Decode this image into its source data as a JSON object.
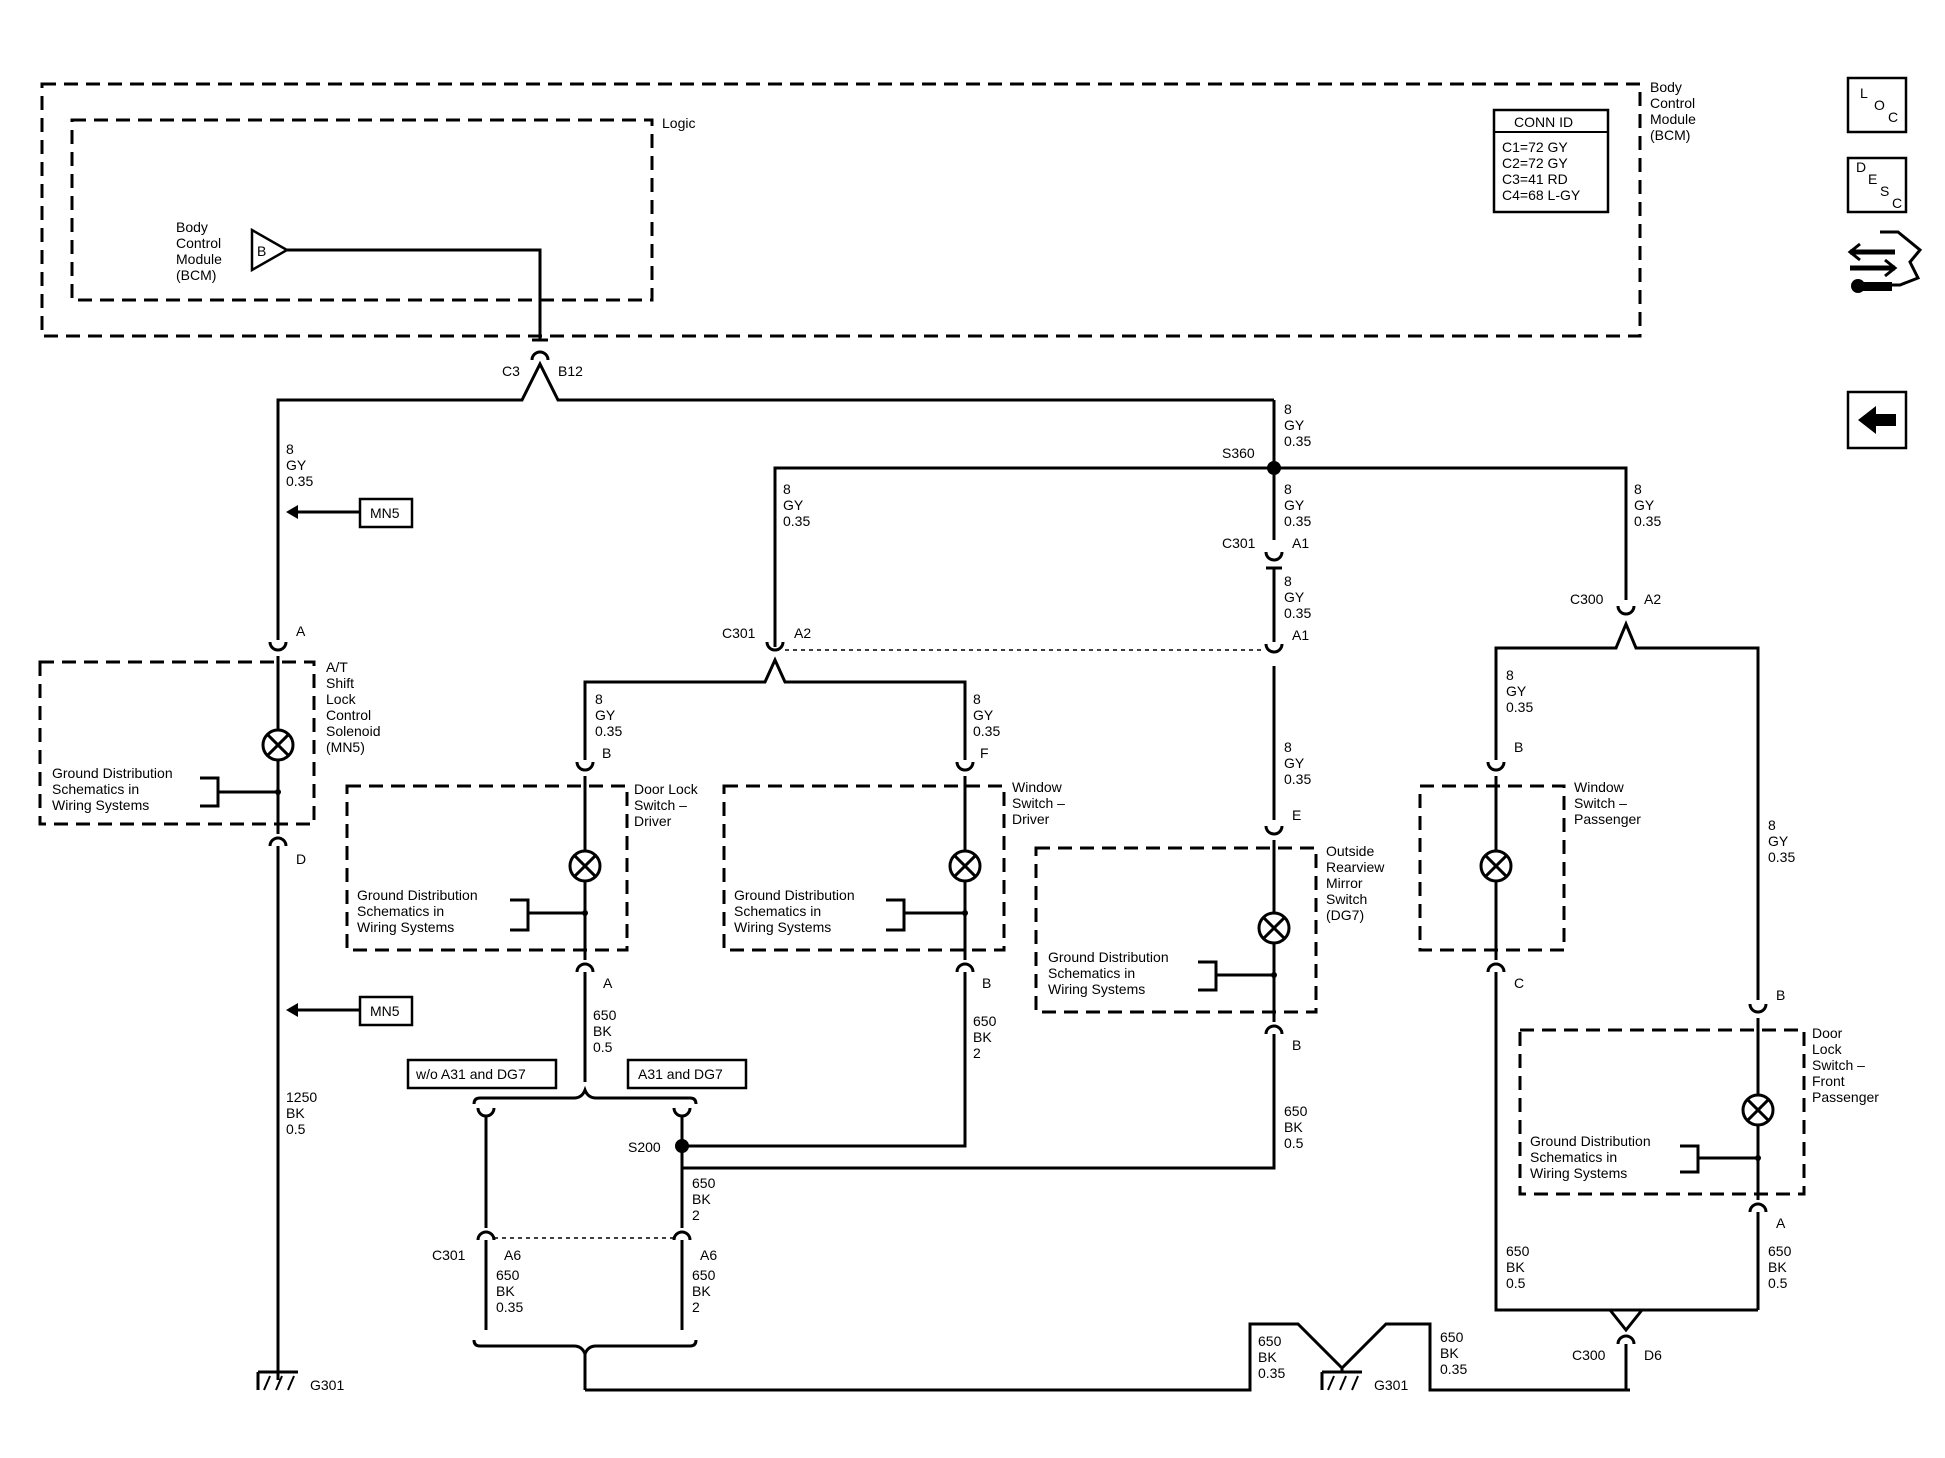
{
  "module": {
    "title": [
      "Body",
      "Control",
      "Module",
      "(BCM)"
    ],
    "logic": "Logic"
  },
  "bcm_inner": {
    "label": [
      "Body",
      "Control",
      "Module",
      "(BCM)"
    ],
    "symbol": "B"
  },
  "conn_id": {
    "header": "CONN ID",
    "rows": [
      "C1=72 GY",
      "C2=72 GY",
      "C3=41 RD",
      "C4=68 L-GY"
    ]
  },
  "nav": {
    "loc": [
      "L",
      "O",
      "C"
    ],
    "desc": [
      "D",
      "E",
      "S",
      "C"
    ],
    "nav_icon": "connector-wrench-icon",
    "back_icon": "left-arrow-icon"
  },
  "wire_gy": [
    "8",
    "GY",
    "0.35"
  ],
  "ground_ref": [
    "Ground Distribution",
    "Schematics in",
    "Wiring Systems"
  ],
  "connectors": {
    "c3": "C3",
    "b12": "B12",
    "s360": "S360",
    "c301": "C301",
    "c300": "C300",
    "a": "A",
    "b": "B",
    "c": "C",
    "d": "D",
    "e": "E",
    "f": "F",
    "a1": "A1",
    "a2": "A2",
    "a6": "A6",
    "d6": "D6",
    "s200": "S200",
    "g301": "G301"
  },
  "components": {
    "shift_lock": [
      "A/T",
      "Shift",
      "Lock",
      "Control",
      "Solenoid",
      "(MN5)"
    ],
    "door_lock_driver": [
      "Door Lock",
      "Switch –",
      "Driver"
    ],
    "window_driver": [
      "Window",
      "Switch –",
      "Driver"
    ],
    "mirror": [
      "Outside",
      "Rearview",
      "Mirror",
      "Switch",
      "(DG7)"
    ],
    "window_passenger": [
      "Window",
      "Switch –",
      "Passenger"
    ],
    "door_lock_passenger": [
      "Door",
      "Lock",
      "Switch –",
      "Front",
      "Passenger"
    ]
  },
  "options": {
    "mn5": "MN5",
    "without": "w/o A31 and DG7",
    "with": "A31 and DG7"
  },
  "wire_bk": {
    "b1250": [
      "1250",
      "BK",
      "0.5"
    ],
    "b650_05": [
      "650",
      "BK",
      "0.5"
    ],
    "b650_2": [
      "650",
      "BK",
      "2"
    ],
    "b650_035": [
      "650",
      "BK",
      "0.35"
    ]
  }
}
